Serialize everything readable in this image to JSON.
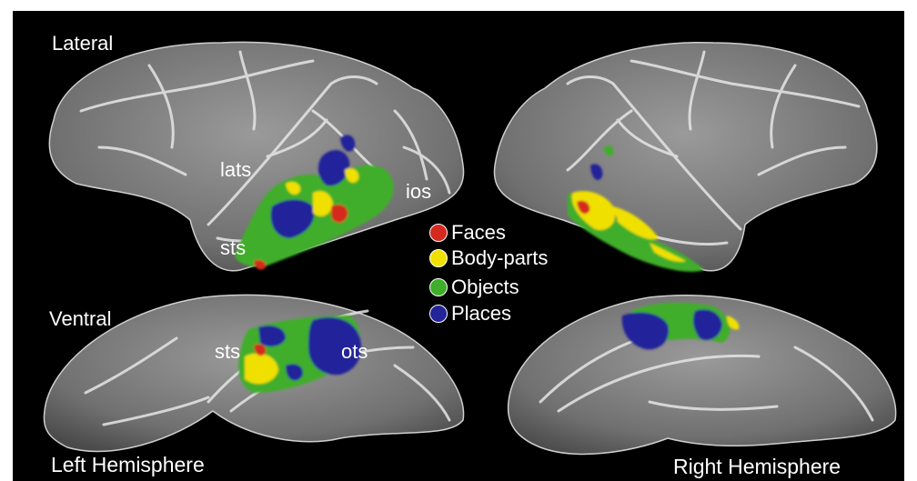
{
  "labels": {
    "lateral": "Lateral",
    "ventral": "Ventral",
    "left_hemisphere": "Left Hemisphere",
    "right_hemisphere": "Right Hemisphere",
    "lats": "lats",
    "ios": "ios",
    "sts_lateral": "sts",
    "sts_ventral": "sts",
    "ots": "ots"
  },
  "legend": [
    {
      "label": "Faces",
      "color": "#d42a1f"
    },
    {
      "label": "Body-parts",
      "color": "#f0e000"
    },
    {
      "label": "Objects",
      "color": "#3fae2a"
    },
    {
      "label": "Places",
      "color": "#23239a"
    }
  ],
  "colors": {
    "background": "#000000",
    "cortex": "#7d7d7d",
    "sulcus_line": "#e6e6e6"
  }
}
